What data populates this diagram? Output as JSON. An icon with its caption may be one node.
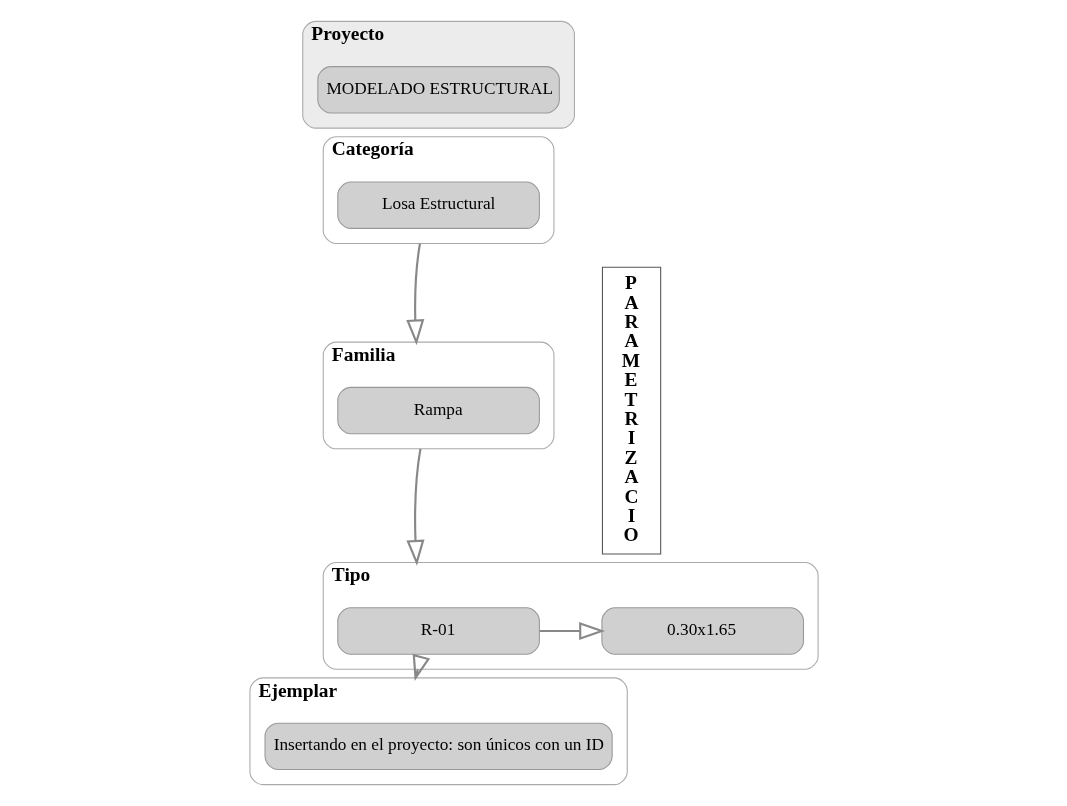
{
  "diagram": {
    "nodes": [
      {
        "text": [
          "Proyecto"
        ]
      },
      {
        "text": [
          "MODELADO ESTRUCTURAL"
        ],
        "in": 0
      },
      {
        "text": [
          "Categoría"
        ]
      },
      {
        "text": [
          "Losa Estructural"
        ],
        "in": 2
      },
      {
        "text": [
          "Familia"
        ]
      },
      {
        "text": [
          "Rampa"
        ],
        "in": 4
      },
      {
        "text": [
          "Tipo"
        ]
      },
      {
        "text": [
          "R-01"
        ],
        "in": 6
      },
      {
        "text": [
          "0.30x1.65"
        ],
        "in": 6
      },
      {
        "text": [
          "Ejemplar"
        ]
      },
      {
        "text": [
          "Insertando en el proyecto: son únicos con un ID"
        ],
        "in": 9
      },
      {
        "text": [
          "P A R A M E T R I Z A C I O"
        ]
      }
    ],
    "edges": [
      {
        "from": 2,
        "to": 4,
        "arrow": "to"
      },
      {
        "from": 4,
        "to": 6,
        "arrow": "to"
      },
      {
        "from": 7,
        "to": 8,
        "arrow": "to"
      },
      {
        "from": 6,
        "to": 9,
        "arrow": "to"
      }
    ]
  }
}
